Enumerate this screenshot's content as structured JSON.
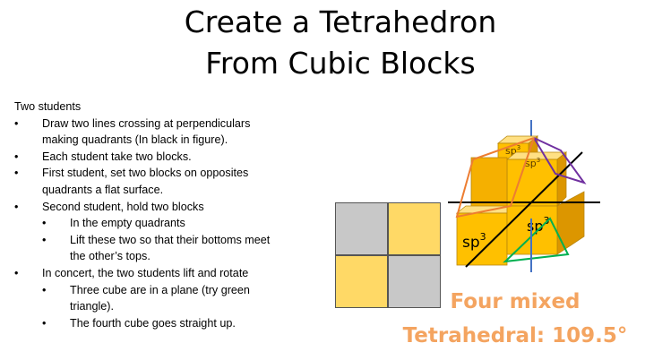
{
  "title": {
    "line1": "Create a Tetrahedron",
    "line2": "From Cubic Blocks"
  },
  "body": {
    "intro": "Two students",
    "items": [
      {
        "level": 1,
        "bullet": "•",
        "text": "Draw two lines crossing at perpendiculars"
      },
      {
        "level": 1,
        "bullet": "",
        "text": "making quadrants (In black in figure)."
      },
      {
        "level": 1,
        "bullet": "•",
        "text": "Each student take two blocks."
      },
      {
        "level": 1,
        "bullet": "•",
        "text": "First student, set two blocks on opposites"
      },
      {
        "level": 1,
        "bullet": "",
        "text": "quadrants a flat surface."
      },
      {
        "level": 1,
        "bullet": "•",
        "text": "Second student, hold two blocks"
      },
      {
        "level": 2,
        "bullet": "•",
        "text": "In the empty quadrants"
      },
      {
        "level": 2,
        "bullet": "•",
        "text": "Lift these two so that their bottoms meet"
      },
      {
        "level": 2,
        "bullet": "",
        "text": "the other’s tops."
      },
      {
        "level": 1,
        "bullet": "•",
        "text": "In concert, the two students lift and rotate"
      },
      {
        "level": 2,
        "bullet": "•",
        "text": "Three cube are in a plane (try green"
      },
      {
        "level": 2,
        "bullet": "",
        "text": "triangle)."
      },
      {
        "level": 2,
        "bullet": "•",
        "text": "The fourth cube goes straight up."
      }
    ]
  },
  "grid": {
    "colors": [
      "#C8C8C8",
      "#FFD966",
      "#FFD966",
      "#C8C8C8"
    ]
  },
  "cube_labels": {
    "sp3": "sp",
    "exponent": "3"
  },
  "caption": {
    "line1": "Four mixed",
    "line2": "Tetrahedral: 109.5°"
  },
  "colors": {
    "cube_light": "#FFC000",
    "cube_mid": "#F5B000",
    "cube_dark": "#DC9600",
    "blue_axis": "#4472C4",
    "purple": "#7030A0",
    "orange": "#ED7D31",
    "green": "#00B050",
    "caption": "#F4A460"
  }
}
